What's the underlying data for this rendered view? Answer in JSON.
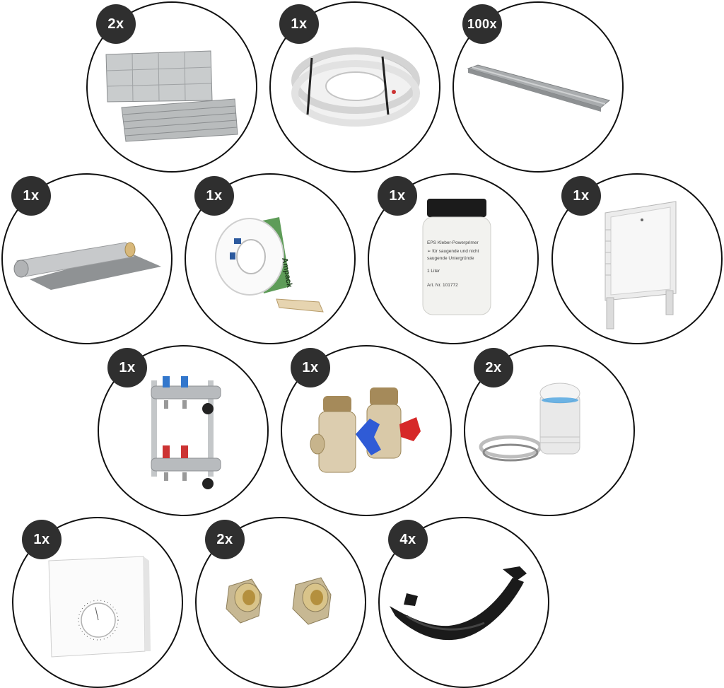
{
  "items": [
    {
      "id": "insulation-panels",
      "quantity": "2x"
    },
    {
      "id": "pipe-coil",
      "quantity": "1x"
    },
    {
      "id": "heat-conducting-profiles",
      "quantity": "100x"
    },
    {
      "id": "foil-underlay-roll",
      "quantity": "1x"
    },
    {
      "id": "adhesive-tape-roll",
      "quantity": "1x",
      "tape_text": "Ampack"
    },
    {
      "id": "primer-bottle",
      "quantity": "1x",
      "label_lines": [
        "EPS Kleber-Powerprimer",
        "➢ für saugende und nicht",
        "   saugende Untergründe",
        "1 Liter",
        "Art. Nr. 101772"
      ]
    },
    {
      "id": "manifold-cabinet",
      "quantity": "1x"
    },
    {
      "id": "heating-manifold",
      "quantity": "1x"
    },
    {
      "id": "ball-valves",
      "quantity": "1x"
    },
    {
      "id": "thermal-actuator",
      "quantity": "2x"
    },
    {
      "id": "room-thermostat",
      "quantity": "1x"
    },
    {
      "id": "compression-fittings",
      "quantity": "2x"
    },
    {
      "id": "pipe-bend-guides",
      "quantity": "4x"
    }
  ]
}
